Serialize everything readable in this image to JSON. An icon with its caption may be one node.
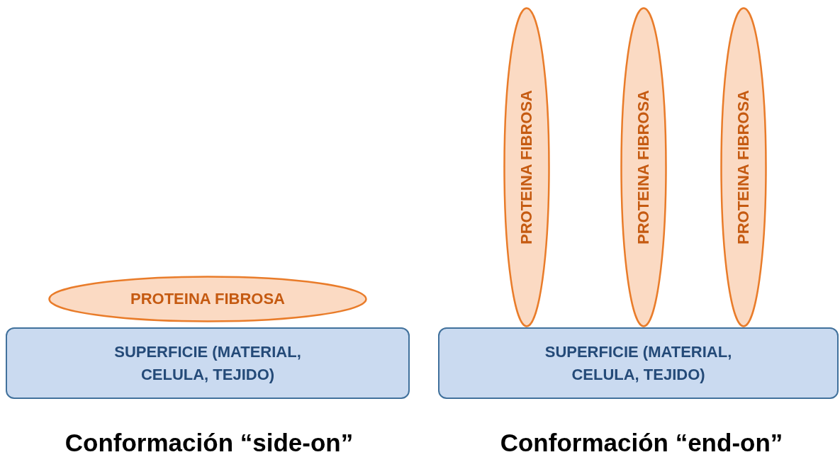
{
  "diagram": {
    "nodes": [
      {
        "text": [
          "PROTEINA FIBROSA"
        ]
      },
      {
        "text": [
          "SUPERFICIE (MATERIAL, CELULA, TEJIDO)"
        ]
      },
      {
        "text": [
          "PROTEINA FIBROSA"
        ]
      },
      {
        "text": [
          "PROTEINA FIBROSA"
        ]
      },
      {
        "text": [
          "PROTEINA FIBROSA"
        ]
      },
      {
        "text": [
          "SUPERFICIE (MATERIAL, CELULA, TEJIDO)"
        ]
      }
    ],
    "labels": [
      "Conformación “side-on”",
      "Conformación “end-on”"
    ]
  }
}
